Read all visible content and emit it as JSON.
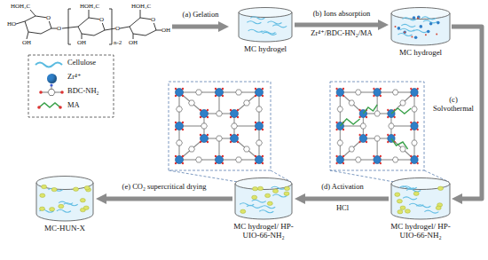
{
  "diagram": {
    "nodes": [
      {
        "text": [
          "MC hydrogel"
        ]
      },
      {
        "text": [
          "MC hydrogel"
        ]
      },
      {
        "text": [
          "MC hydrogel/ HP-UIO-66-NH₂"
        ]
      },
      {
        "text": [
          "MC hydrogel/ HP-UIO-66-NH₂"
        ]
      },
      {
        "text": [
          "MC-HUN-X"
        ]
      }
    ],
    "edges": [
      {
        "from": 0,
        "to": 1,
        "arrow": "to",
        "label": "(b) Ions absorption"
      },
      {
        "from": 1,
        "to": 2,
        "arrow": "to",
        "label": "(c) Solvothermal"
      },
      {
        "from": 2,
        "to": 3,
        "arrow": "to",
        "label": "(d) Activation"
      },
      {
        "from": 3,
        "to": 4,
        "arrow": "to",
        "label": "(e) CO₂ supercritical drying"
      }
    ],
    "labels": [
      "HOH₂C",
      "HO",
      "O",
      "OH",
      "O",
      "HOH₂C",
      "O",
      "OH",
      "n-2",
      "O",
      "HOH₂C",
      "O",
      "OH",
      "OH",
      "(a) Gelation",
      "Zr⁴⁺/BDC-HN₂/MA",
      "HCl"
    ],
    "legend": [
      {
        "text": "Cellulose"
      },
      {
        "text": "Zr⁴⁺",
        "color": "#2f7fc8"
      },
      {
        "text": "BDC-NH₂"
      },
      {
        "text": "MA"
      }
    ]
  }
}
